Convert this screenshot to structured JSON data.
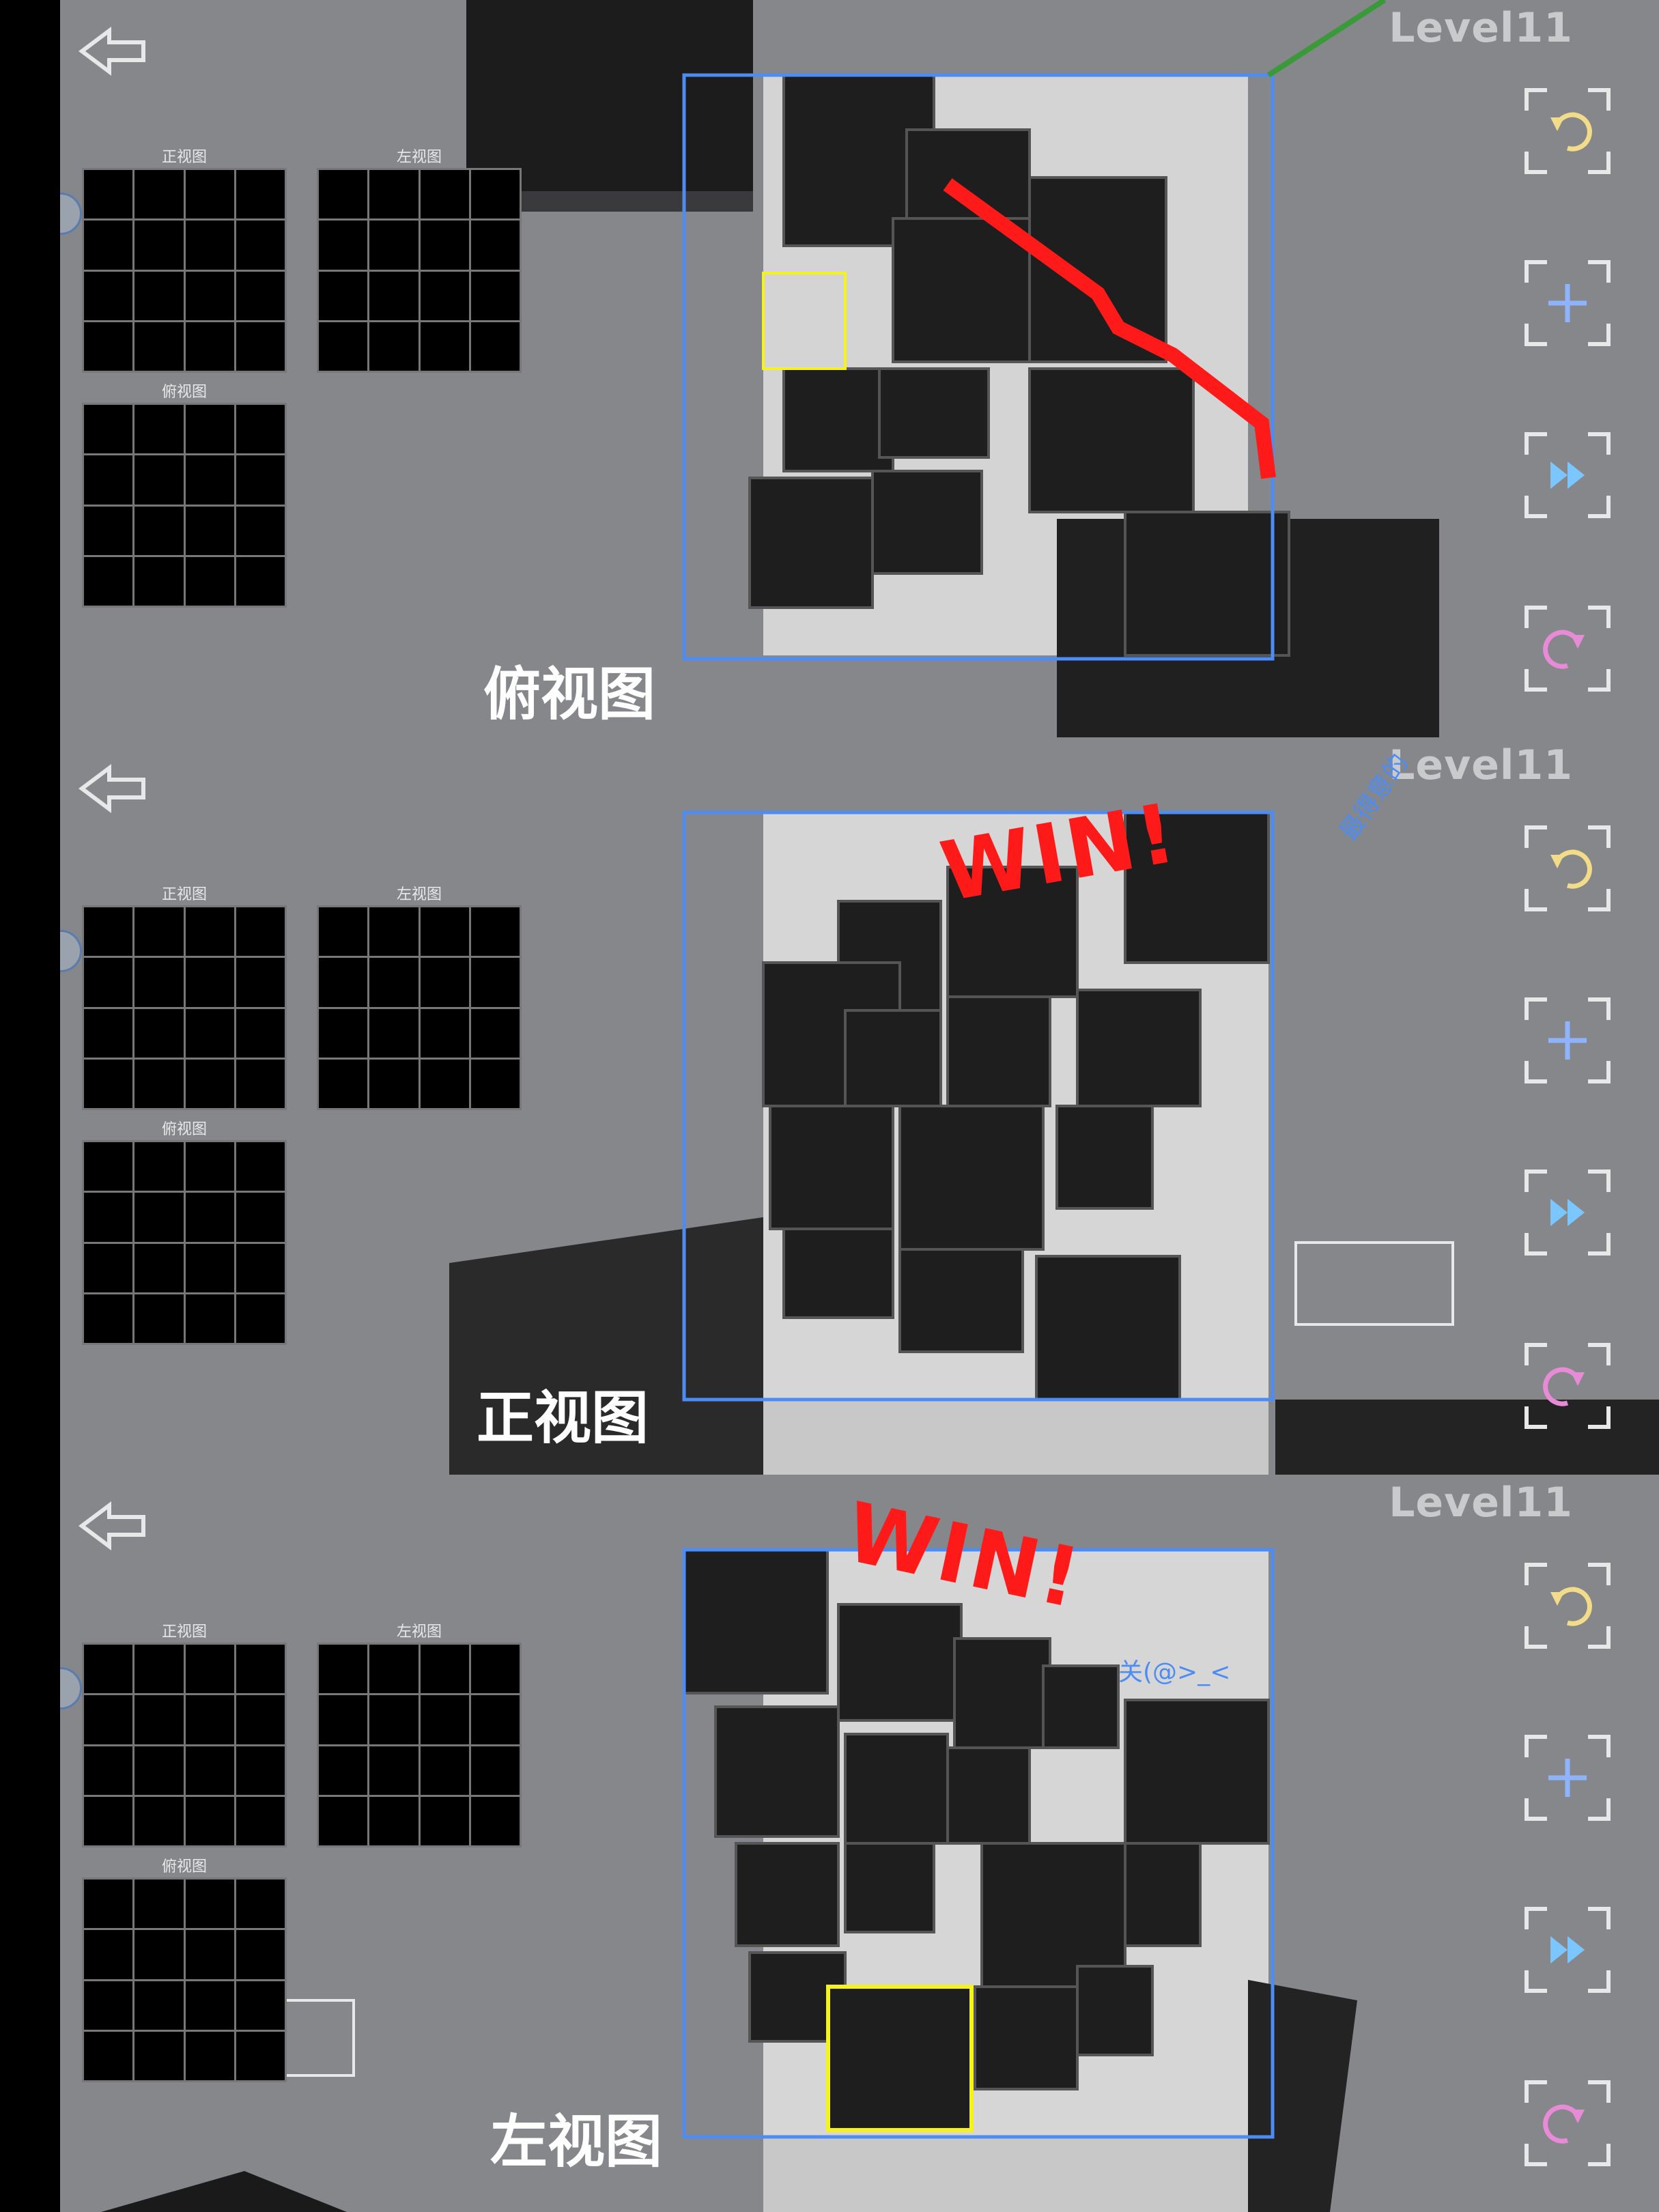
{
  "level": "Level11",
  "mini_views": {
    "front_label": "正视图",
    "left_label": "左视图",
    "top_label": "俯视图"
  },
  "panels": [
    {
      "caption": "俯视图",
      "win": ""
    },
    {
      "caption": "正视图",
      "win": "WIN!",
      "scribble": "最得意的"
    },
    {
      "caption": "左视图",
      "win": "WIN!",
      "scribble": "关(@>_<"
    }
  ],
  "buttons": [
    {
      "name": "undo",
      "icon": "undo-arrow-icon",
      "color": "#f2dc8a"
    },
    {
      "name": "add",
      "icon": "plus-icon",
      "color": "#8fb3ff"
    },
    {
      "name": "fast-forward",
      "icon": "fast-forward-icon",
      "color": "#7cc6ff"
    },
    {
      "name": "reset",
      "icon": "reset-arrow-icon",
      "color": "#e78bd6"
    }
  ],
  "colors": {
    "background": "#85878b",
    "cube": "#1e1e1e",
    "frame": "#4d8cf2",
    "win": "#ff1a1a",
    "selection": "#f5f21f"
  }
}
